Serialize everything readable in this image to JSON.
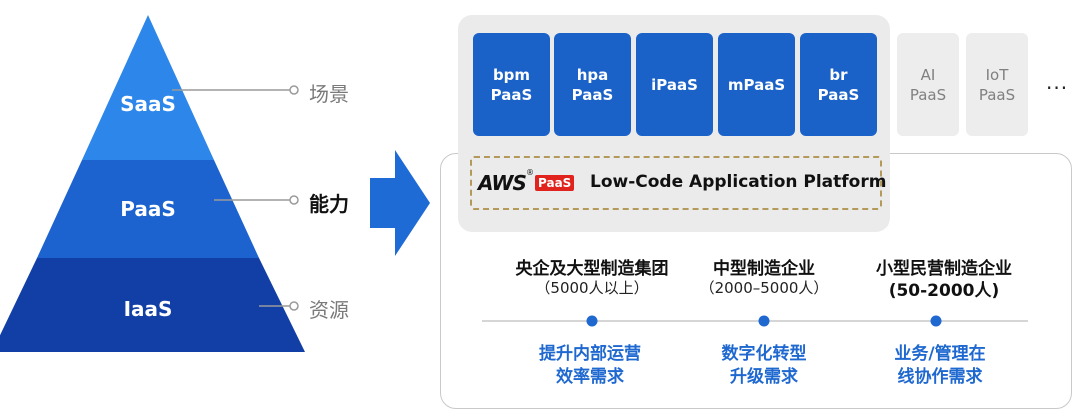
{
  "pyramid": {
    "layers": [
      {
        "label": "SaaS",
        "side_label": "场景"
      },
      {
        "label": "PaaS",
        "side_label": "能力"
      },
      {
        "label": "IaaS",
        "side_label": "资源"
      }
    ],
    "colors": {
      "top": "#2d86ea",
      "middle": "#1c63cf",
      "bottom": "#123fa6",
      "arrow": "#1f6bd6"
    }
  },
  "modules": [
    {
      "label": "bpm\nPaaS"
    },
    {
      "label": "hpa\nPaaS"
    },
    {
      "label": "iPaaS"
    },
    {
      "label": "mPaaS"
    },
    {
      "label": "br\nPaaS"
    }
  ],
  "ghost_modules": [
    {
      "label": "AI\nPaaS"
    },
    {
      "label": "IoT\nPaaS"
    }
  ],
  "ellipsis": "...",
  "platform": {
    "logo_text": "AWS",
    "registered": "®",
    "badge": "PaaS",
    "title": "Low-Code Application Platform"
  },
  "segments": [
    {
      "title": "央企及大型制造集团",
      "subtitle": "（5000人以上）",
      "need": "提升内部运营\n效率需求"
    },
    {
      "title": "中型制造企业",
      "subtitle": "（2000–5000人）",
      "need": "数字化转型\n升级需求"
    },
    {
      "title": "小型民营制造企业",
      "subtitle": "(50-2000人)",
      "need": "业务/管理在\n线协作需求"
    }
  ]
}
